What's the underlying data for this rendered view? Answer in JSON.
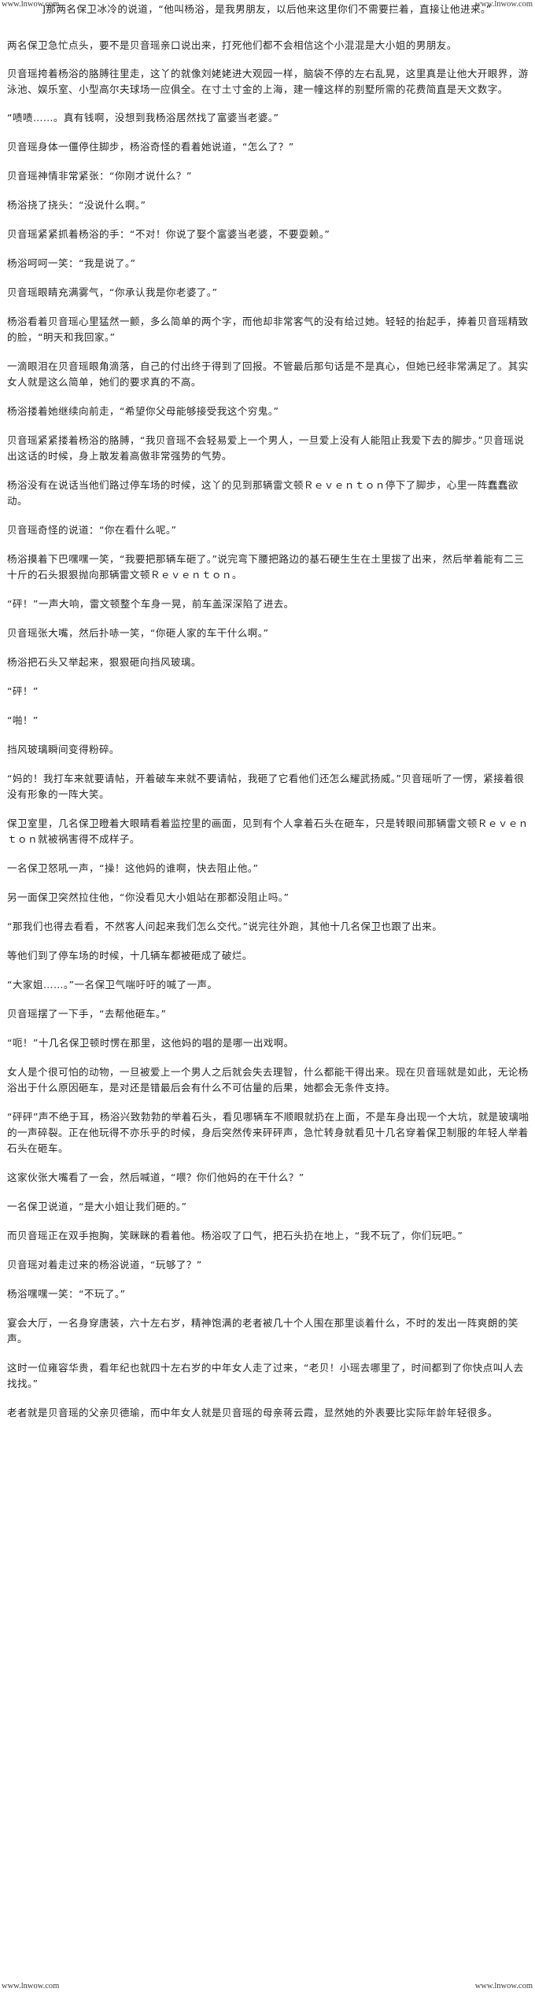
{
  "watermarks": {
    "top_left": "www.lnwow.com",
    "top_right": "www.lnwow.com",
    "bottom_left": "www.lnwow.com",
    "bottom_right": "www.lnwow.com"
  },
  "paragraphs": [
    "          ]那两名保卫冰冷的说道，“他叫杨浴，是我男朋友，以后他来这里你们不需要拦着，直接让他进来。”",
    "两名保卫急忙点头，要不是贝音瑶亲口说出来，打死他们都不会相信这个小混混是大小姐的男朋友。",
    "贝音瑶挎着杨浴的胳膊往里走，这丫的就像刘姥姥进大观园一样，脑袋不停的左右乱晃，这里真是让他大开眼界，游泳池、娱乐室、小型高尔夫球场一应俱全。在寸土寸金的上海，建一幢这样的别墅所需的花费简直是天文数字。",
    "“啧啧……。真有钱啊，没想到我杨浴居然找了富婆当老婆。”",
    "贝音瑶身体一僵停住脚步，杨浴奇怪的看着她说道，“怎么了？”",
    "贝音瑶神情非常紧张：“你刚才说什么？”",
    "杨浴挠了挠头：“没说什么啊。”",
    "贝音瑶紧紧抓着杨浴的手：“不对！你说了娶个富婆当老婆，不要耍赖。”",
    "杨浴呵呵一笑：“我是说了。”",
    "贝音瑶眼睛充满雾气，“你承认我是你老婆了。”",
    "杨浴看着贝音瑶心里猛然一颤，多么简单的两个字，而他却非常客气的没有给过她。轻轻的抬起手，捧着贝音瑶精致的脸，“明天和我回家。”",
    "一滴眼泪在贝音瑶眼角滴落，自己的付出终于得到了回报。不管最后那句话是不是真心，但她已经非常满足了。其实女人就是这么简单，她们的要求真的不高。",
    "杨浴搂着她继续向前走，“希望你父母能够接受我这个穷鬼。”",
    "贝音瑶紧紧搂着杨浴的胳膊，“我贝音瑶不会轻易爱上一个男人，一旦爱上没有人能阻止我爱下去的脚步。”贝音瑶说出这话的时候，身上散发着高傲非常强势的气势。",
    "杨浴没有在说话当他们路过停车场的时候，这丫的见到那辆雷文顿Ｒｅｖｅｎｔｏｎ停下了脚步，心里一阵蠢蠢欲动。",
    "贝音瑶奇怪的说道：“你在看什么呢。”",
    "杨浴摸着下巴嘿嘿一笑，“我要把那辆车砸了。”说完弯下腰把路边的基石硬生生在土里拔了出来，然后举着能有二三十斤的石头狠狠抛向那辆雷文顿Ｒｅｖｅｎｔｏｎ。",
    "“砰！”一声大响，雷文顿整个车身一晃，前车盖深深陷了进去。",
    "贝音瑶张大嘴，然后扑哧一笑，“你砸人家的车干什么啊。”",
    "杨浴把石头又举起来，狠狠砸向挡风玻璃。",
    "“砰！”",
    "“啪！”",
    "挡风玻璃瞬间变得粉碎。",
    "“妈的！我打车来就要请帖，开着破车来就不要请帖，我砸了它看他们还怎么耀武扬威。”贝音瑶听了一愣，紧接着很没有形象的一阵大笑。",
    "保卫室里，几名保卫瞪着大眼睛看着监控里的画面，见到有个人拿着石头在砸车，只是转眼间那辆雷文顿Ｒｅｖｅｎｔｏｎ就被祸害得不成样子。",
    "一名保卫怒吼一声，“操！这他妈的谁啊，快去阻止他。”",
    "另一面保卫突然拉住他，“你没看见大小姐站在那都没阻止吗。”",
    "“那我们也得去看看，不然客人问起来我们怎么交代。”说完往外跑，其他十几名保卫也跟了出来。",
    "等他们到了停车场的时候，十几辆车都被砸成了破烂。",
    "“大家姐……。”一名保卫气喘吁吁的喊了一声。",
    "贝音瑶摆了一下手，“去帮他砸车。”",
    "“呃！”十几名保卫顿时愣在那里，这他妈的唱的是哪一出戏啊。",
    "女人是个很可怕的动物，一旦被爱上一个男人之后就会失去理智，什么都能干得出来。现在贝音瑶就是如此，无论杨浴出于什么原因砸车，是对还是错最后会有什么不可估量的后果，她都会无条件支持。",
    "“砰砰”声不绝于耳，杨浴兴致勃勃的举着石头，看见哪辆车不顺眼就扔在上面，不是车身出现一个大坑，就是玻璃啪的一声碎裂。正在他玩得不亦乐乎的时候，身后突然传来砰砰声，急忙转身就看见十几名穿着保卫制服的年轻人举着石头在砸车。",
    "这家伙张大嘴看了一会，然后喊道，“喂？你们他妈的在干什么？”",
    "一名保卫说道，“是大小姐让我们砸的。”",
    "而贝音瑶正在双手抱胸，笑眯眯的看着他。杨浴叹了口气，把石头扔在地上，“我不玩了，你们玩吧。”",
    "贝音瑶对着走过来的杨浴说道，“玩够了？”",
    "杨浴嘿嘿一笑：“不玩了。”",
    "宴会大厅，一名身穿唐装，六十左右岁，精神饱满的老者被几十个人围在那里谈着什么，不时的发出一阵爽朗的笑声。",
    "这时一位雍容华贵，看年纪也就四十左右岁的中年女人走了过来，“老贝！小瑶去哪里了，时间都到了你快点叫人去找找。”",
    "老者就是贝音瑶的父亲贝德瑜，而中年女人就是贝音瑶的母亲蒋云霞，显然她的外表要比实际年龄年轻很多。"
  ]
}
